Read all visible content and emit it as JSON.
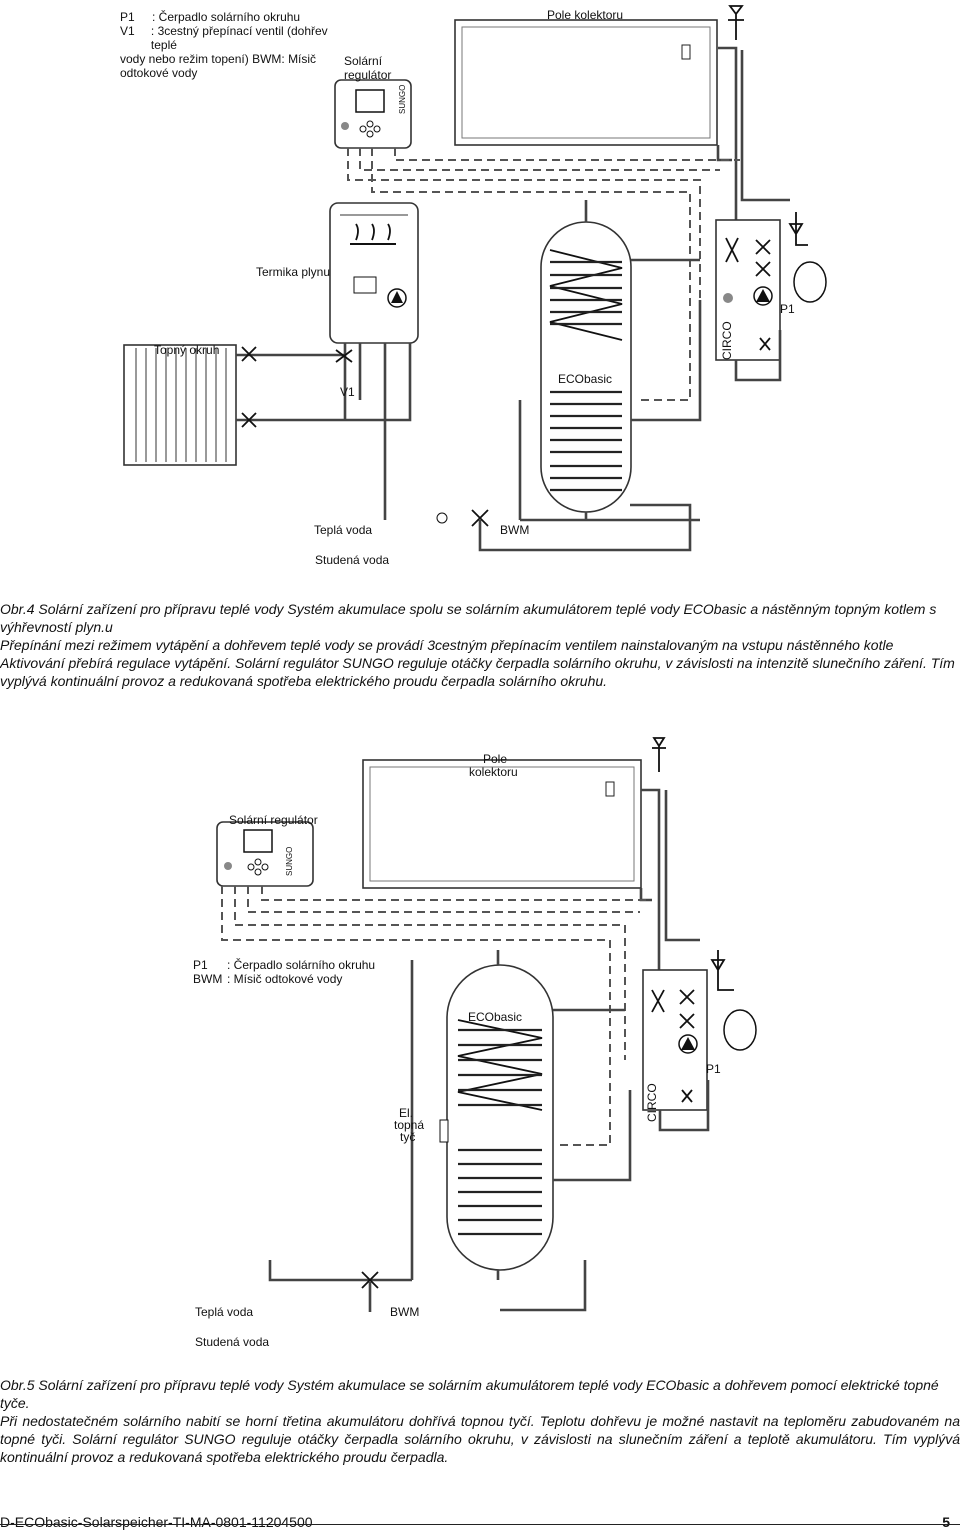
{
  "fig1": {
    "legend": [
      {
        "key": "P1",
        "text": ": Čerpadlo solárního okruhu"
      },
      {
        "key": "V1",
        "text": ": 3cestný přepínací ventil (dohřev teplé"
      },
      {
        "key": "",
        "text": "vody nebo režim topení) BWM: Mísič"
      },
      {
        "key": "",
        "text": "odtokové vody"
      }
    ],
    "collector": "Pole kolektoru",
    "regulator": "Solární regulátor",
    "sungo": "SUNGO",
    "boiler": "Termika plynu",
    "heating": "Topný okruh",
    "v1": "V1",
    "tank": "ECObasic",
    "circo": "CIRCO",
    "p1": "P1",
    "hot_water": "Teplá voda",
    "bwm": "BWM",
    "cold_water": "Studená voda"
  },
  "caption1": {
    "title": "Obr.4  Solární zařízení pro přípravu teplé vody Systém akumulace spolu se solárním akumulátorem teplé vody ECObasic a nástěnným topným kotlem s výhřevností plyn.u",
    "text": "Přepínání mezi režimem vytápění a dohřevem teplé vody se provádí 3cestným přepínacím ventilem nainstalovaným na vstupu nástěnného kotle Aktivování přebírá regulace vytápění. Solární regulátor SUNGO reguluje otáčky čerpadla solárního okruhu, v závislosti na intenzitě slunečního záření. Tím vyplývá kontinuální provoz a redukovaná spotřeba elektrického proudu čerpadla solárního okruhu."
  },
  "fig2": {
    "collector_line1": "Pole",
    "collector_line2": "kolektoru",
    "regulator": "Solární regulátor",
    "sungo": "SUNGO",
    "legend": [
      {
        "key": "P1",
        "text": ": Čerpadlo solárního okruhu"
      },
      {
        "key": "BWM",
        "text": ": Mísič odtokové vody"
      }
    ],
    "tank": "ECObasic",
    "heater_line1": "El.",
    "heater_line2": "topná",
    "heater_line3": "tyč",
    "circo": "CIRCO",
    "p1": "P1",
    "hot_water": "Teplá voda",
    "bwm": "BWM",
    "cold_water": "Studená voda"
  },
  "caption2": {
    "title": "Obr.5  Solární zařízení pro přípravu teplé vody Systém akumulace se solárním akumulátorem teplé vody ECObasic a dohřevem pomocí elektrické topné tyče.",
    "text": "Při nedostatečném solárního nabití se horní třetina akumulátoru dohřívá topnou tyčí. Teplotu dohřevu je možné nastavit na teploměru zabudovaném na topné tyči. Solární regulátor SUNGO reguluje otáčky čerpadla solárního okruhu, v závislosti na slunečním záření a teplotě akumulátoru. Tím vyplývá kontinuální provoz a redukovaná spotřeba elektrického proudu čerpadla."
  },
  "footer": {
    "doc_id": "D-ECObasic-Solarspeicher-TI-MA-0801-11204500",
    "page": "5"
  }
}
